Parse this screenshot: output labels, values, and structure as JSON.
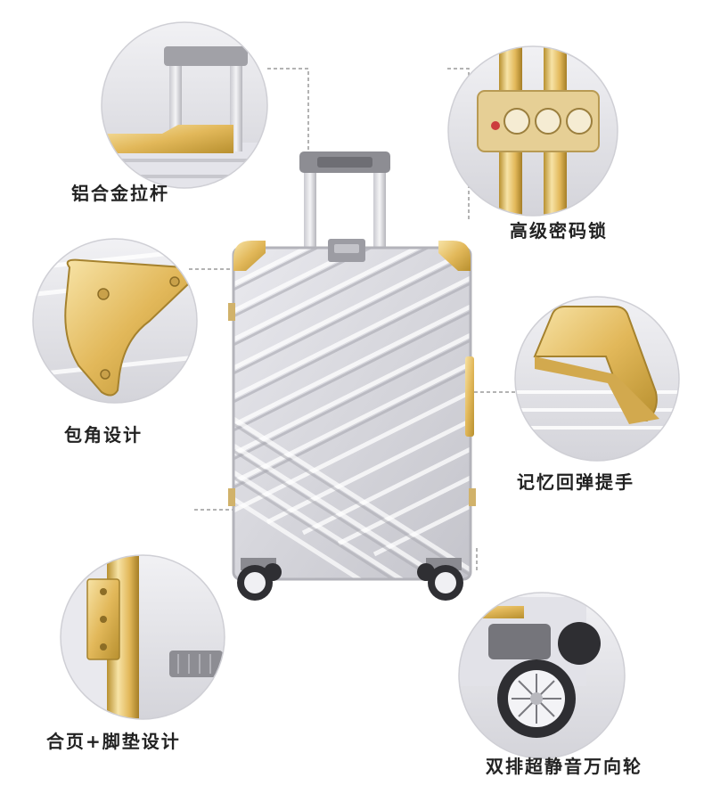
{
  "features": [
    {
      "id": "handle",
      "label": "铝合金拉杆",
      "icon": "telescopic-handle-icon"
    },
    {
      "id": "lock",
      "label": "高级密码锁",
      "icon": "combination-lock-icon"
    },
    {
      "id": "corner",
      "label": "包角设计",
      "icon": "corner-guard-icon"
    },
    {
      "id": "grip",
      "label": "记忆回弹提手",
      "icon": "carry-handle-icon"
    },
    {
      "id": "hinge",
      "label": "合页+脚垫设计",
      "icon": "hinge-icon"
    },
    {
      "id": "wheels",
      "label": "双排超静音万向轮",
      "icon": "spinner-wheel-icon"
    }
  ],
  "colors": {
    "background": "#ffffff",
    "shell": "#d9d9de",
    "shell_shadow": "#bcbcc3",
    "gold": "#e8c46e",
    "gold_dark": "#b8902f",
    "label": "#222222",
    "connector": "#999999"
  }
}
